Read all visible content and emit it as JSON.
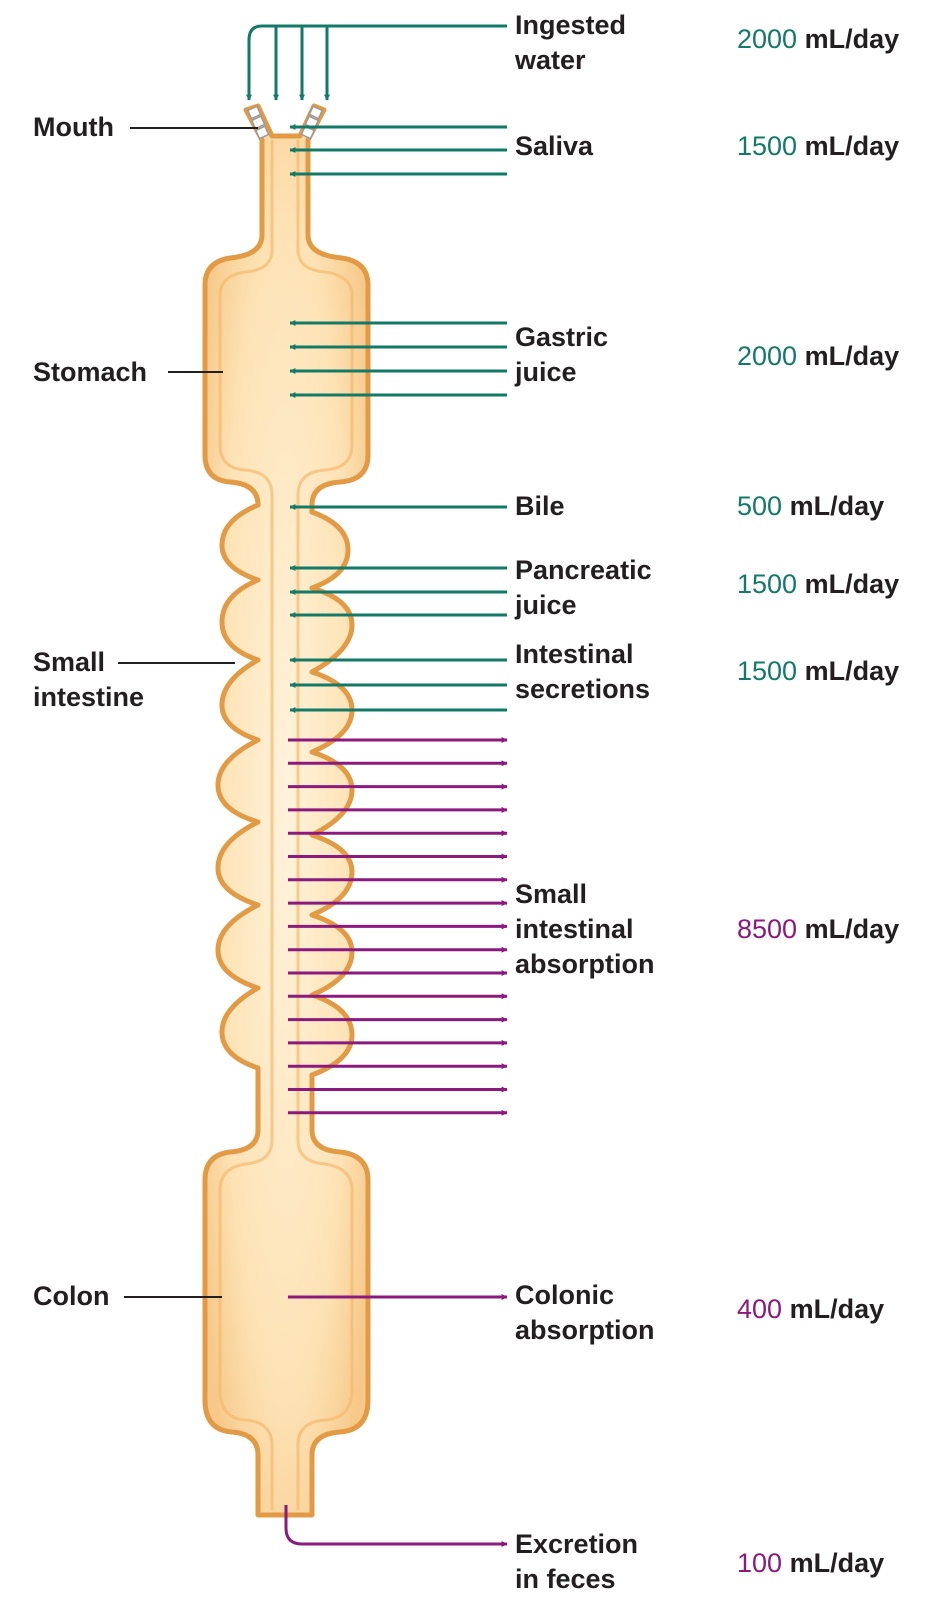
{
  "colors": {
    "secretion": "#127a66",
    "absorption": "#8c1a7e",
    "tract_fill": "#fbdcaa",
    "tract_outline": "#e6a050",
    "text": "#231f20"
  },
  "organs": {
    "mouth": "Mouth",
    "stomach": "Stomach",
    "small_intestine_1": "Small",
    "small_intestine_2": "intestine",
    "colon": "Colon"
  },
  "flows": {
    "ingested_water": {
      "line1": "Ingested",
      "line2": "water",
      "amount": "2000",
      "unit": "mL/day",
      "kind": "secretion"
    },
    "saliva": {
      "line1": "Saliva",
      "amount": "1500",
      "unit": "mL/day",
      "kind": "secretion"
    },
    "gastric_juice": {
      "line1": "Gastric",
      "line2": "juice",
      "amount": "2000",
      "unit": "mL/day",
      "kind": "secretion"
    },
    "bile": {
      "line1": "Bile",
      "amount": "500",
      "unit": "mL/day",
      "kind": "secretion"
    },
    "pancreatic_juice": {
      "line1": "Pancreatic",
      "line2": "juice",
      "amount": "1500",
      "unit": "mL/day",
      "kind": "secretion"
    },
    "intestinal_secretions": {
      "line1": "Intestinal",
      "line2": "secretions",
      "amount": "1500",
      "unit": "mL/day",
      "kind": "secretion"
    },
    "small_intestinal_absorption": {
      "line1": "Small",
      "line2": "intestinal",
      "line3": "absorption",
      "amount": "8500",
      "unit": "mL/day",
      "kind": "absorption"
    },
    "colonic_absorption": {
      "line1": "Colonic",
      "line2": "absorption",
      "amount": "400",
      "unit": "mL/day",
      "kind": "absorption"
    },
    "excretion_in_feces": {
      "line1": "Excretion",
      "line2": "in feces",
      "amount": "100",
      "unit": "mL/day",
      "kind": "absorption"
    }
  }
}
